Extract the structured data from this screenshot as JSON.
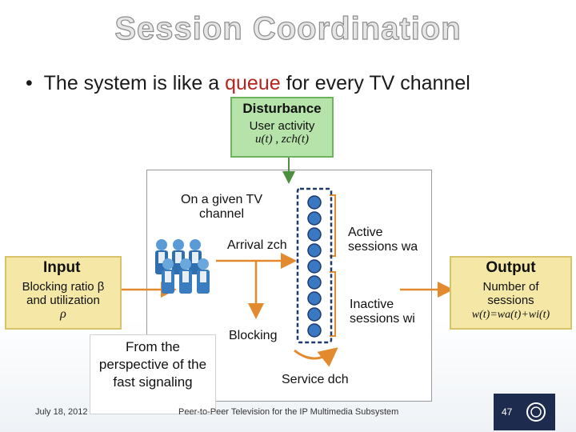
{
  "slide": {
    "title": "Session Coordination",
    "bullet_before": "The system is like a ",
    "bullet_highlight": "queue",
    "bullet_after": " for every TV channel",
    "colors": {
      "title_fill": "#e6e6e6",
      "highlight": "#b3261e",
      "green_box": "#b6e3a9",
      "yellow_box": "#f5e7a6",
      "arrow": "#e38a2e",
      "queue_node": "#3a78c2"
    }
  },
  "disturbance": {
    "heading": "Disturbance",
    "line1": "User activity",
    "line2": "u(t) ,  zch(t)"
  },
  "diagram": {
    "channel_label": "On a given TV channel",
    "arrival_label": "Arrival zch",
    "active_label": "Active sessions wa",
    "inactive_label": "Inactive sessions wi",
    "blocking_label": "Blocking",
    "service_label": "Service dch",
    "users_icon": "users-group-icon"
  },
  "input": {
    "heading": "Input",
    "line1": "Blocking ratio β",
    "line2": "and utilization",
    "line3": "ρ"
  },
  "output": {
    "heading": "Output",
    "line1": "Number of sessions",
    "line2": "w(t)=wa(t)+wi(t)"
  },
  "perspective": {
    "text": "From the perspective of the fast signaling"
  },
  "footer": {
    "date": "July 18, 2012",
    "caption": "Peer-to-Peer Television for the IP Multimedia Subsystem",
    "page_number": "47",
    "logo_icon": "university-seal-icon"
  }
}
